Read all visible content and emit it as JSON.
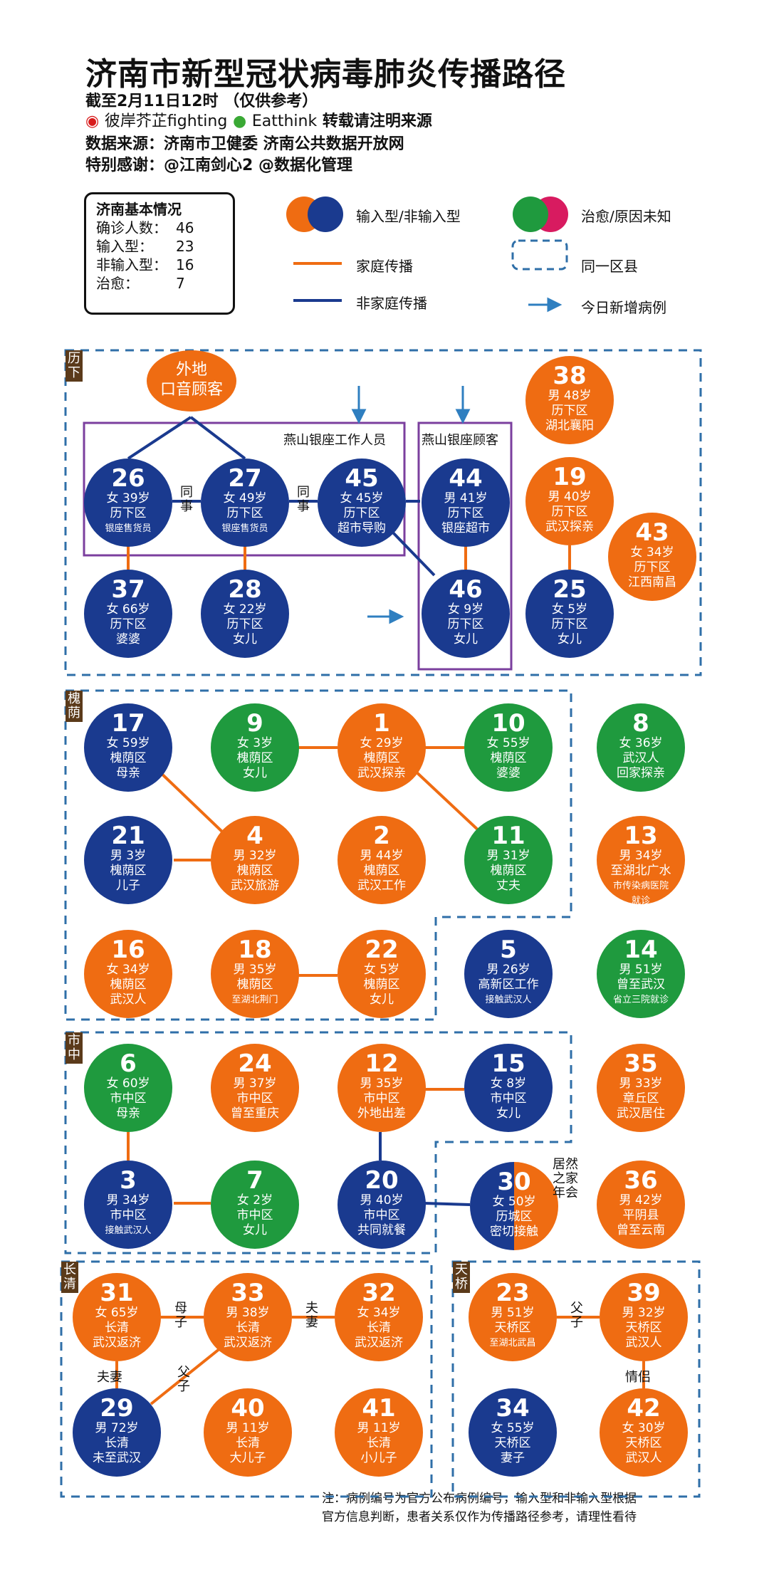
{
  "header": {
    "title": "济南市新型冠状病毒肺炎传播路径",
    "date_line": "截至2月11日12时 （仅供参考）",
    "credit_weibo": "彼岸芥芷fighting",
    "credit_wechat": "Eatthink",
    "credit_note": "转载请注明来源",
    "source_line": "数据来源：济南市卫健委 济南公共数据开放网",
    "thanks_line": "特别感谢：@江南剑心2      @数据化管理"
  },
  "summary": {
    "heading": "济南基本情况",
    "rows": [
      {
        "k": "确诊人数：",
        "v": "46"
      },
      {
        "k": "输入型：",
        "v": "23"
      },
      {
        "k": "非输入型：",
        "v": "16"
      },
      {
        "k": "治愈：",
        "v": "7"
      }
    ]
  },
  "legend": {
    "import_type": "输入型/非输入型",
    "cured_unknown": "治愈/原因未知",
    "family": "家庭传播",
    "same_county": "同一区县",
    "non_family": "非家庭传播",
    "new_today": "今日新增病例"
  },
  "colors": {
    "input": "#ef6c12",
    "non_input": "#1a3a8f",
    "cured": "#1f9a3e",
    "unknown": "#d81b60",
    "box": "#7b3f9e",
    "dash": "#2f6fa8"
  },
  "districts": {
    "lixia": "历下",
    "huaiyin": "槐荫",
    "shizhong": "市中",
    "changqing": "长清",
    "tianqiao": "天桥"
  },
  "labels": {
    "outside_accent": "外地\n口音顾客",
    "yanshan_staff": "燕山银座工作人员",
    "yanshan_customer": "燕山银座顾客",
    "coworker": "同事",
    "jurangzhijia": "居然之家年会",
    "mother_son": "母子",
    "couple": "夫妻",
    "father_son": "父子",
    "lovers": "情侣"
  },
  "cases": {
    "c26": {
      "num": "26",
      "l1": "女 39岁",
      "l2": "历下区",
      "l3": "银座售货员"
    },
    "c27": {
      "num": "27",
      "l1": "女 49岁",
      "l2": "历下区",
      "l3": "银座售货员"
    },
    "c45": {
      "num": "45",
      "l1": "女 45岁",
      "l2": "历下区",
      "l3": "超市导购"
    },
    "c44": {
      "num": "44",
      "l1": "男 41岁",
      "l2": "历下区",
      "l3": "银座超市"
    },
    "c38": {
      "num": "38",
      "l1": "男 48岁",
      "l2": "历下区",
      "l3": "湖北襄阳"
    },
    "c19": {
      "num": "19",
      "l1": "男 40岁",
      "l2": "历下区",
      "l3": "武汉探亲"
    },
    "c43": {
      "num": "43",
      "l1": "女 34岁",
      "l2": "历下区",
      "l3": "江西南昌"
    },
    "c37": {
      "num": "37",
      "l1": "女 66岁",
      "l2": "历下区",
      "l3": "婆婆"
    },
    "c28": {
      "num": "28",
      "l1": "女 22岁",
      "l2": "历下区",
      "l3": "女儿"
    },
    "c46": {
      "num": "46",
      "l1": "女 9岁",
      "l2": "历下区",
      "l3": "女儿"
    },
    "c25": {
      "num": "25",
      "l1": "女 5岁",
      "l2": "历下区",
      "l3": "女儿"
    },
    "c17": {
      "num": "17",
      "l1": "女 59岁",
      "l2": "槐荫区",
      "l3": "母亲"
    },
    "c9": {
      "num": "9",
      "l1": "女 3岁",
      "l2": "槐荫区",
      "l3": "女儿"
    },
    "c1": {
      "num": "1",
      "l1": "女 29岁",
      "l2": "槐荫区",
      "l3": "武汉探亲"
    },
    "c10": {
      "num": "10",
      "l1": "女 55岁",
      "l2": "槐荫区",
      "l3": "婆婆"
    },
    "c8": {
      "num": "8",
      "l1": "女 36岁",
      "l2": "武汉人",
      "l3": "回家探亲"
    },
    "c21": {
      "num": "21",
      "l1": "男 3岁",
      "l2": "槐荫区",
      "l3": "儿子"
    },
    "c4": {
      "num": "4",
      "l1": "男 32岁",
      "l2": "槐荫区",
      "l3": "武汉旅游"
    },
    "c2": {
      "num": "2",
      "l1": "男 44岁",
      "l2": "槐荫区",
      "l3": "武汉工作"
    },
    "c11": {
      "num": "11",
      "l1": "男 31岁",
      "l2": "槐荫区",
      "l3": "丈夫"
    },
    "c13": {
      "num": "13",
      "l1": "男 34岁",
      "l2": "至湖北广水",
      "l3": "市传染病医院",
      "l4": "就诊"
    },
    "c16": {
      "num": "16",
      "l1": "女 34岁",
      "l2": "槐荫区",
      "l3": "武汉人"
    },
    "c18": {
      "num": "18",
      "l1": "男 35岁",
      "l2": "槐荫区",
      "l3": "至湖北荆门"
    },
    "c22": {
      "num": "22",
      "l1": "女 5岁",
      "l2": "槐荫区",
      "l3": "女儿"
    },
    "c5": {
      "num": "5",
      "l1": "男 26岁",
      "l2": "高新区工作",
      "l3": "接触武汉人"
    },
    "c14": {
      "num": "14",
      "l1": "男 51岁",
      "l2": "曾至武汉",
      "l3": "省立三院就诊"
    },
    "c6": {
      "num": "6",
      "l1": "女 60岁",
      "l2": "市中区",
      "l3": "母亲"
    },
    "c24": {
      "num": "24",
      "l1": "男 37岁",
      "l2": "市中区",
      "l3": "曾至重庆"
    },
    "c12": {
      "num": "12",
      "l1": "男 35岁",
      "l2": "市中区",
      "l3": "外地出差"
    },
    "c15": {
      "num": "15",
      "l1": "女 8岁",
      "l2": "市中区",
      "l3": "女儿"
    },
    "c35": {
      "num": "35",
      "l1": "男 33岁",
      "l2": "章丘区",
      "l3": "武汉居住"
    },
    "c3": {
      "num": "3",
      "l1": "男 34岁",
      "l2": "市中区",
      "l3": "接触武汉人"
    },
    "c7": {
      "num": "7",
      "l1": "女 2岁",
      "l2": "市中区",
      "l3": "女儿"
    },
    "c20": {
      "num": "20",
      "l1": "男 40岁",
      "l2": "市中区",
      "l3": "共同就餐"
    },
    "c30": {
      "num": "30",
      "l1": "女 50岁",
      "l2": "历城区",
      "l3": "密切接触"
    },
    "c36": {
      "num": "36",
      "l1": "男 42岁",
      "l2": "平阴县",
      "l3": "曾至云南"
    },
    "c31": {
      "num": "31",
      "l1": "女 65岁",
      "l2": "长清",
      "l3": "武汉返济"
    },
    "c33": {
      "num": "33",
      "l1": "男 38岁",
      "l2": "长清",
      "l3": "武汉返济"
    },
    "c32": {
      "num": "32",
      "l1": "女 34岁",
      "l2": "长清",
      "l3": "武汉返济"
    },
    "c29": {
      "num": "29",
      "l1": "男 72岁",
      "l2": "长清",
      "l3": "未至武汉"
    },
    "c40": {
      "num": "40",
      "l1": "男 11岁",
      "l2": "长清",
      "l3": "大儿子"
    },
    "c41": {
      "num": "41",
      "l1": "男 11岁",
      "l2": "长清",
      "l3": "小儿子"
    },
    "c23": {
      "num": "23",
      "l1": "男 51岁",
      "l2": "天桥区",
      "l3": "至湖北武昌"
    },
    "c39": {
      "num": "39",
      "l1": "男 32岁",
      "l2": "天桥区",
      "l3": "武汉人"
    },
    "c34": {
      "num": "34",
      "l1": "女 55岁",
      "l2": "天桥区",
      "l3": "妻子"
    },
    "c42": {
      "num": "42",
      "l1": "女 30岁",
      "l2": "天桥区",
      "l3": "武汉人"
    }
  },
  "note": {
    "line1": "注：病例编号为官方公布病例编号，输入型和非输入型根据",
    "line2": "官方信息判断，患者关系仅作为传播路径参考，请理性看待"
  }
}
